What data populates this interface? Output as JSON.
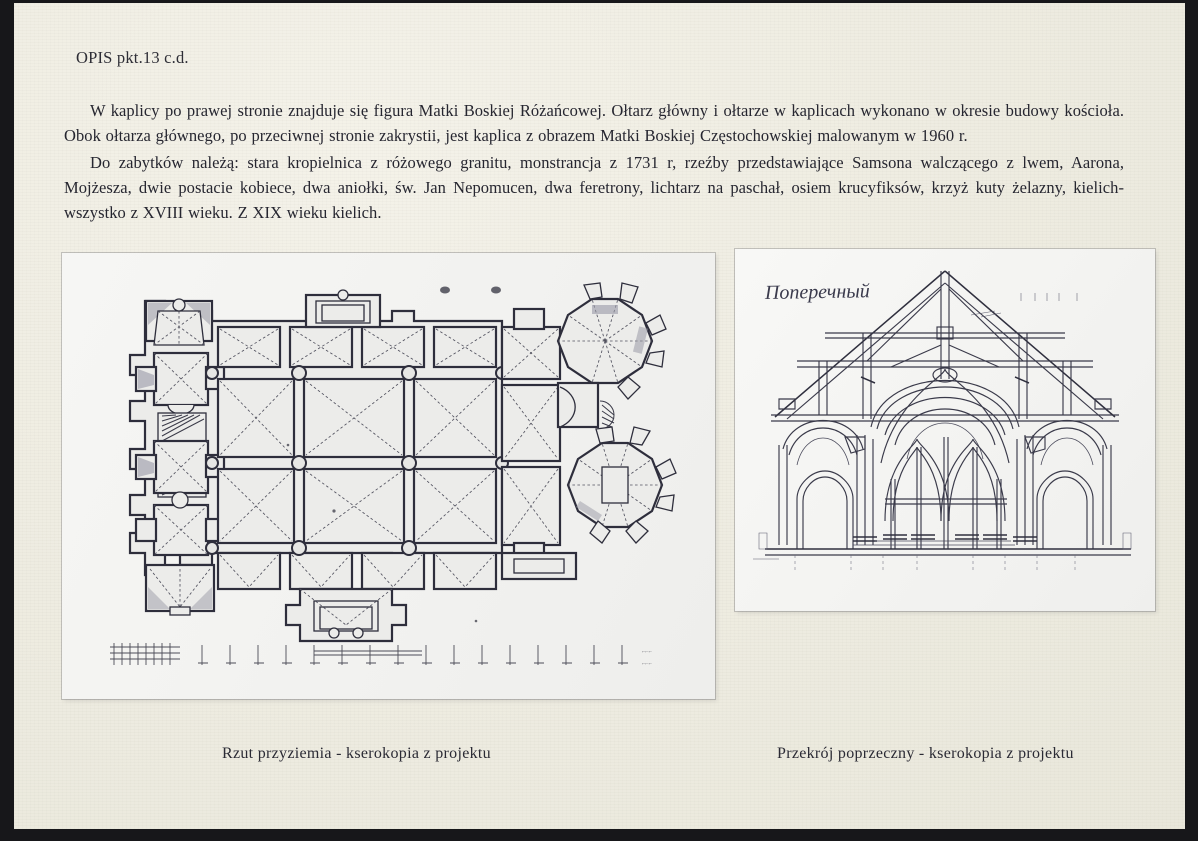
{
  "document": {
    "heading": "OPIS pkt.13 c.d.",
    "paragraphs": [
      "W kaplicy po prawej stronie  znajduje się figura Matki Boskiej Różańcowej. Ołtarz główny i ołtarze w kaplicach wykonano w okresie budowy kościoła. Obok ołtarza głównego, po przeciwnej stronie zakrystii, jest kaplica z obrazem Matki Boskiej Częstochowskiej malowanym w 1960 r.",
      "Do zabytków należą: stara kropielnica z różowego granitu, monstrancja z 1731 r, rzeźby przedstawiające Samsona walczącego z lwem, Aarona, Mojżesza, dwie postacie kobiece, dwa aniołki, św. Jan Nepomucen, dwa feretrony, lichtarz na paschał, osiem krucyfiksów, krzyż kuty żelazny, kielich-wszystko z XVIII wieku. Z XIX wieku kielich."
    ]
  },
  "figures": {
    "floor_plan": {
      "caption": "Rzut przyziemia - kserokopia z projektu",
      "kind": "architectural-floor-plan"
    },
    "cross_section": {
      "caption": "Przekrój poprzeczny - kserokopia z projektu",
      "label": "Поперечный",
      "kind": "architectural-cross-section"
    }
  },
  "colors": {
    "paper": "#efede2",
    "ink": "#262630",
    "panel": "#f6f6f4",
    "drawing_ink": "#2b2b3a",
    "scan_border": "#17171a"
  }
}
